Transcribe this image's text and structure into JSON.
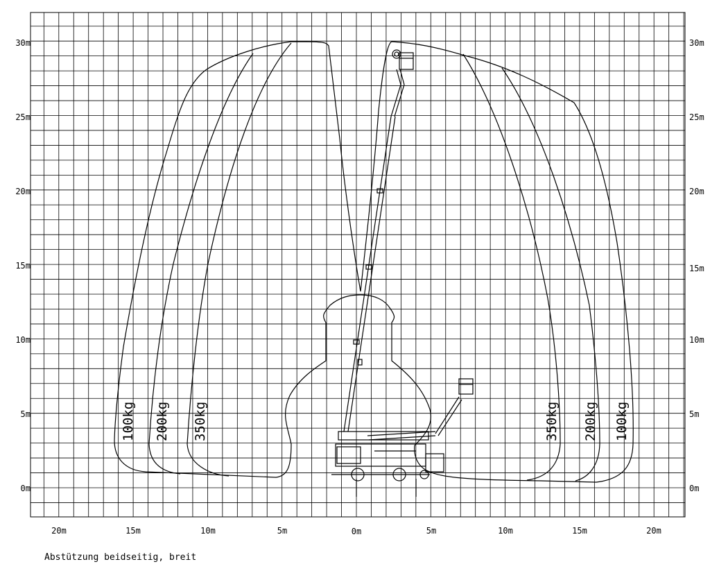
{
  "caption": "Abstützung beidseitig, breit",
  "y_axis_left": [
    "0m",
    "5m",
    "10m",
    "15m",
    "20m",
    "25m",
    "30m"
  ],
  "y_axis_right": [
    "0m",
    "5m",
    "10m",
    "15m",
    "20m",
    "25m",
    "30m"
  ],
  "x_axis": [
    "20m",
    "15m",
    "10m",
    "5m",
    "0m",
    "5m",
    "10m",
    "15m",
    "20m"
  ],
  "zones_left": [
    "100kg",
    "200kg",
    "350kg"
  ],
  "zones_right": [
    "350kg",
    "200kg",
    "100kg"
  ]
}
